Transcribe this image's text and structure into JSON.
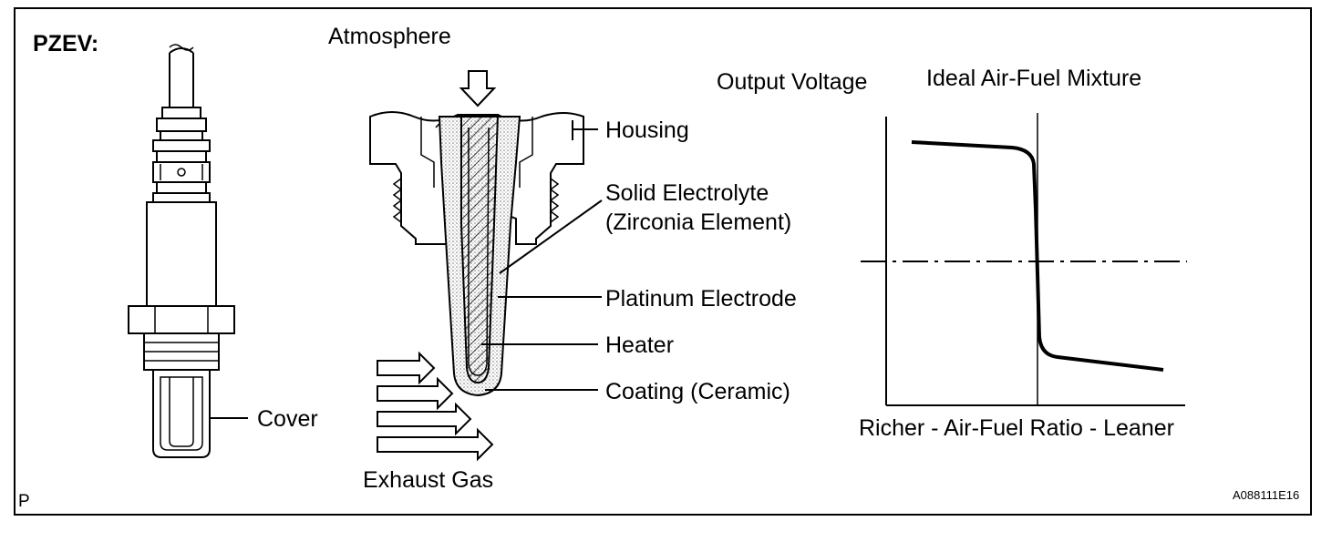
{
  "labels": {
    "pzev": "PZEV:",
    "atmosphere": "Atmosphere",
    "housing": "Housing",
    "solid_electrolyte_1": "Solid  Electrolyte",
    "solid_electrolyte_2": "(Zirconia Element)",
    "platinum_electrode": "Platinum Electrode",
    "heater": "Heater",
    "coating": "Coating (Ceramic)",
    "cover": "Cover",
    "exhaust_gas": "Exhaust Gas",
    "corner_left": "P",
    "figure_code": "A088111E16"
  },
  "graph": {
    "y_label": "Output Voltage",
    "top_label": "Ideal Air-Fuel Mixture",
    "x_label": "Richer - Air-Fuel Ratio - Leaner"
  },
  "colors": {
    "line": "#000000",
    "stipple": "#9a9a9a",
    "background": "#ffffff"
  }
}
